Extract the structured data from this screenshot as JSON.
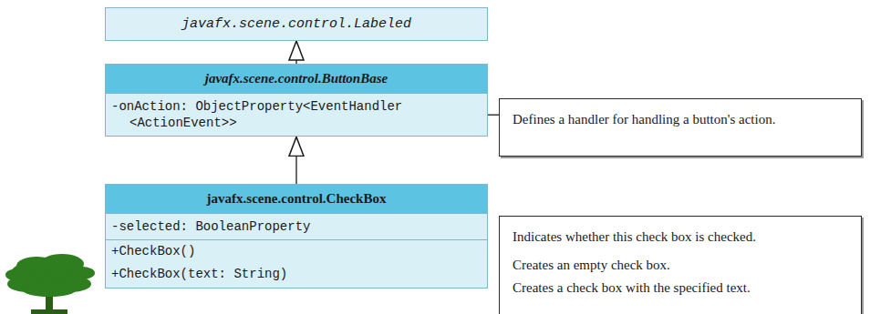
{
  "diagram": {
    "nodes": [
      {
        "text": [
          "javafx.scene.control.Labeled"
        ]
      },
      {
        "text": [
          "javafx.scene.control.ButtonBase",
          "-onAction: ObjectProperty<EventHandler <ActionEvent>>"
        ]
      },
      {
        "text": [
          "Defines a handler for handling a button's action."
        ]
      },
      {
        "text": [
          "javafx.scene.control.CheckBox",
          "-selected: BooleanProperty",
          "+CheckBox()",
          "+CheckBox(text: String)"
        ]
      },
      {
        "text": [
          "Indicates whether this check box is checked.",
          "Creates an empty check box.",
          "Creates a check box with the specified text."
        ]
      }
    ],
    "edges": [
      {
        "from": 1,
        "to": 0,
        "arrow": "to"
      },
      {
        "from": 3,
        "to": 1,
        "arrow": "to"
      },
      {
        "from": 1,
        "to": 2,
        "arrow": "none"
      }
    ]
  }
}
